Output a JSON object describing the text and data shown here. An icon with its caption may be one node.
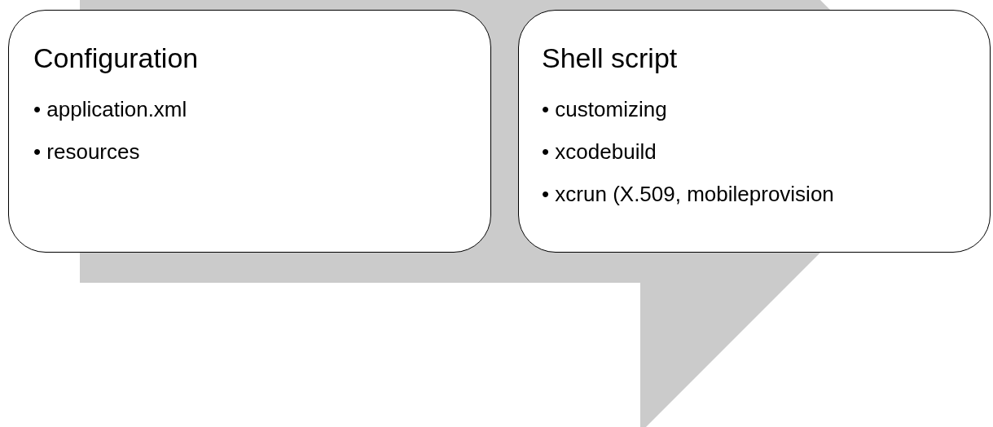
{
  "diagram": {
    "nodes": [
      {
        "text": [
          "Configuration",
          "• application.xml",
          "• resources"
        ]
      },
      {
        "text": [
          "Shell script",
          "• customizing",
          "• xcodebuild",
          "• xcrun (X.509, mobileprovision"
        ]
      }
    ]
  }
}
